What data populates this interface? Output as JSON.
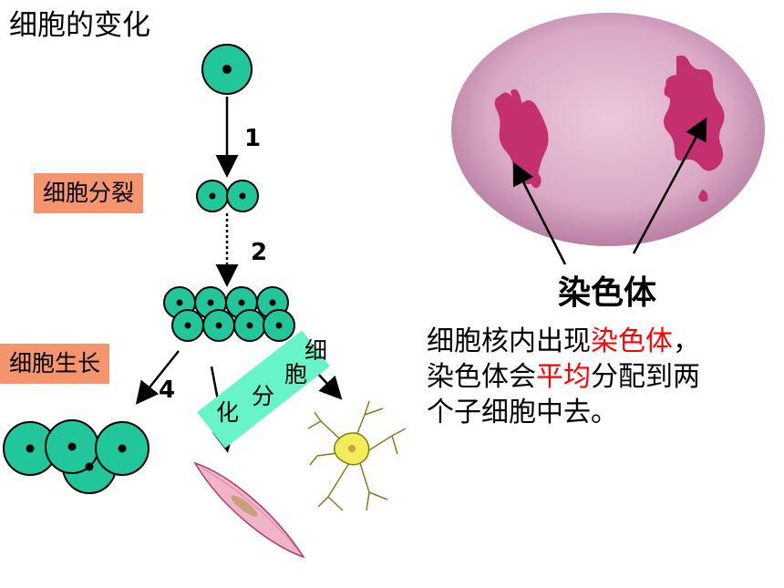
{
  "title": "细胞的变化",
  "labels": {
    "division": "细胞分裂",
    "growth": "细胞生长",
    "differentiation": [
      "细",
      "胞",
      "分",
      "化"
    ]
  },
  "steps": {
    "one": "1",
    "two": "2",
    "four": "4"
  },
  "photo": {
    "caption": "染色体"
  },
  "description": {
    "line1_pre": "细胞核内出现",
    "line1_red": "染色体",
    "line1_post": "，",
    "line2_pre": "染色体会",
    "line2_red": "平均",
    "line2_post": "分配到两",
    "line3": "个子细胞中去。"
  },
  "colors": {
    "cell_fill": "#21c79a",
    "nucleus": "#000000",
    "label_bg": "#f4956e",
    "diff_bg": "#66f4c8",
    "highlight": "#ff0000",
    "chromosome": "#c4306f",
    "photo_bg": "#d8aac8"
  }
}
